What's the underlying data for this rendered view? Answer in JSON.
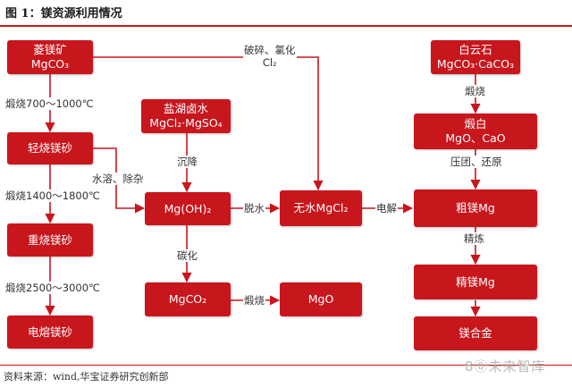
{
  "title": "图 1：镁资源利用情况",
  "source": "资料来源：wind,华宝证券研究创新部",
  "watermark": "8⓪未来智库",
  "boxes": {
    "magnesite": {
      "line1": "菱镁矿",
      "line2": "MgCO₃"
    },
    "light_burned": {
      "line1": "轻烧镁砂"
    },
    "dead_burned": {
      "line1": "重烧镁砂"
    },
    "fused": {
      "line1": "电熔镁砂"
    },
    "salt_lake": {
      "line1": "盐湖卤水",
      "line2": "MgCl₂·MgSO₄"
    },
    "mg_oh2": {
      "line1": "Mg(OH)₂"
    },
    "mgco2": {
      "line1": "MgCO₂"
    },
    "mgo": {
      "line1": "MgO"
    },
    "anhydrous": {
      "line1": "无水MgCl₂"
    },
    "dolomite": {
      "line1": "白云石",
      "line2": "MgCO₃·CaCO₃"
    },
    "calcined": {
      "line1": "煅白",
      "line2": "MgO、CaO"
    },
    "crude": {
      "line1": "粗镁Mg"
    },
    "refined": {
      "line1": "精镁Mg"
    },
    "alloy": {
      "line1": "镁合金"
    }
  },
  "labels": {
    "calcine_700": "煅烧700～1000℃",
    "calcine_1400": "煅烧1400～1800℃",
    "calcine_2500": "煅烧2500～3000℃",
    "dissolve": "水溶、除杂",
    "precipitate": "沉降",
    "dehydrate": "脱水",
    "carbonize": "碳化",
    "calcine": "煅烧",
    "crush_line1": "破碎、氯化",
    "crush_line2": "Cl₂",
    "electrolysis": "电解",
    "calcine_dolomite": "煅烧",
    "press_reduce": "压团、还原",
    "refine": "精炼"
  },
  "colors": {
    "box": "#c8161d",
    "line": "#c8161d",
    "rule": "#c41a1a"
  }
}
